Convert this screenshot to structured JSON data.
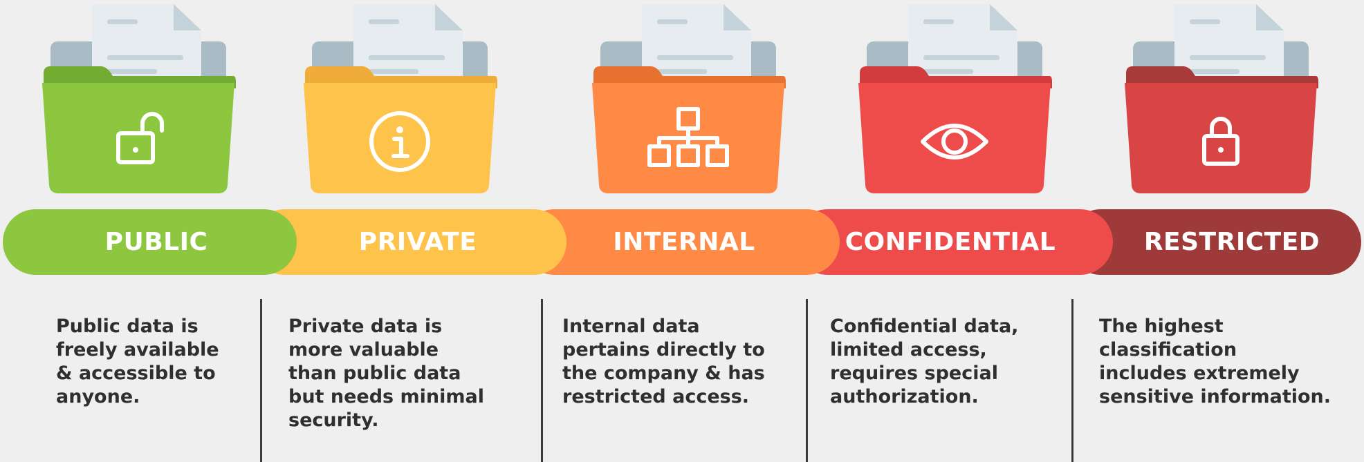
{
  "colors": {
    "background": "#efefef",
    "text": "#2f2f2f",
    "divider": "#3a3a3a",
    "paper": "#e6ecef",
    "paper_lines": "#c4d2d9",
    "folder_back": "#a9bcc5"
  },
  "categories": [
    {
      "id": "public",
      "label": "PUBLIC",
      "icon": "unlocked-padlock-icon",
      "colors": {
        "main": "#8dc63f",
        "tab": "#72ad32",
        "band": "#8dc63f"
      },
      "description_lines": [
        "Public data is",
        "freely available",
        "& accessible to",
        "anyone."
      ]
    },
    {
      "id": "private",
      "label": "PRIVATE",
      "icon": "info-icon",
      "colors": {
        "main": "#fec34a",
        "tab": "#f0ac38",
        "band": "#fec34a"
      },
      "description_lines": [
        "Private data is",
        "more valuable",
        "than public data",
        "but needs minimal",
        "security."
      ]
    },
    {
      "id": "internal",
      "label": "INTERNAL",
      "icon": "org-chart-icon",
      "colors": {
        "main": "#ff8a45",
        "tab": "#e77230",
        "band": "#ff8a45"
      },
      "description_lines": [
        "Internal data",
        "pertains directly to",
        "the company & has",
        "restricted access."
      ]
    },
    {
      "id": "confidential",
      "label": "CONFIDENTIAL",
      "icon": "eye-icon",
      "colors": {
        "main": "#ee4b4b",
        "tab": "#d23c3c",
        "band": "#ee4b4b"
      },
      "description_lines": [
        "Confidential data,",
        "limited access,",
        "requires special",
        "authorization."
      ]
    },
    {
      "id": "restricted",
      "label": "RESTRICTED",
      "icon": "locked-padlock-icon",
      "colors": {
        "main": "#d94545",
        "tab": "#a83a3a",
        "band": "#9e3a3a"
      },
      "description_lines": [
        "The highest",
        "classification",
        "includes extremely",
        "sensitive information."
      ]
    }
  ]
}
